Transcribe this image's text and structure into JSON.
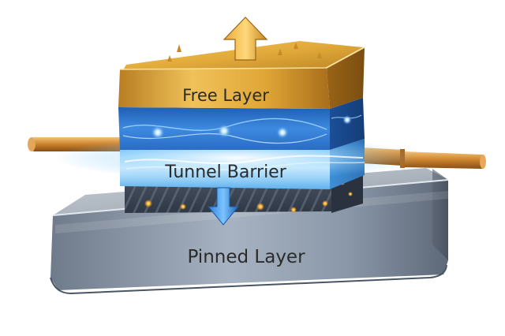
{
  "layers": {
    "free": {
      "label": "Free Layer",
      "magnetization": "up-arrow-icon",
      "color": "#d9a53a"
    },
    "barrier": {
      "label": "Tunnel Barrier",
      "color": "#4aa3ea"
    },
    "pinned": {
      "label": "Pinned Layer",
      "magnetization": "down-arrow-icon",
      "color": "#8e98a5"
    }
  },
  "leads": {
    "material": "copper",
    "color": "#c8862e"
  }
}
